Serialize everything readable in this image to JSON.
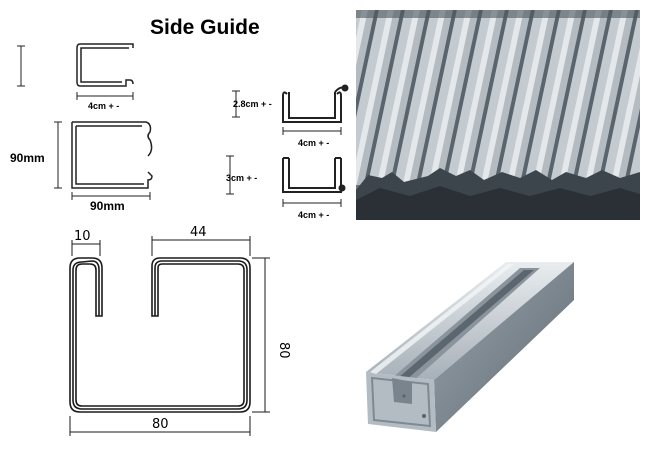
{
  "title": "Side Guide",
  "labels": {
    "small_channel_width": "4cm + -",
    "square_height": "90mm",
    "square_width": "90mm",
    "lipped_channel_height": "2.8cm + -",
    "lipped_channel_width": "4cm + -",
    "channel_height": "3cm + -",
    "channel_width": "4cm + -",
    "profile_lip": "10",
    "profile_top": "44",
    "profile_height": "80",
    "profile_width": "80"
  },
  "photos": {
    "corrugated": "stack-of-galvanized-channels",
    "rail": "steel-guide-rail"
  }
}
